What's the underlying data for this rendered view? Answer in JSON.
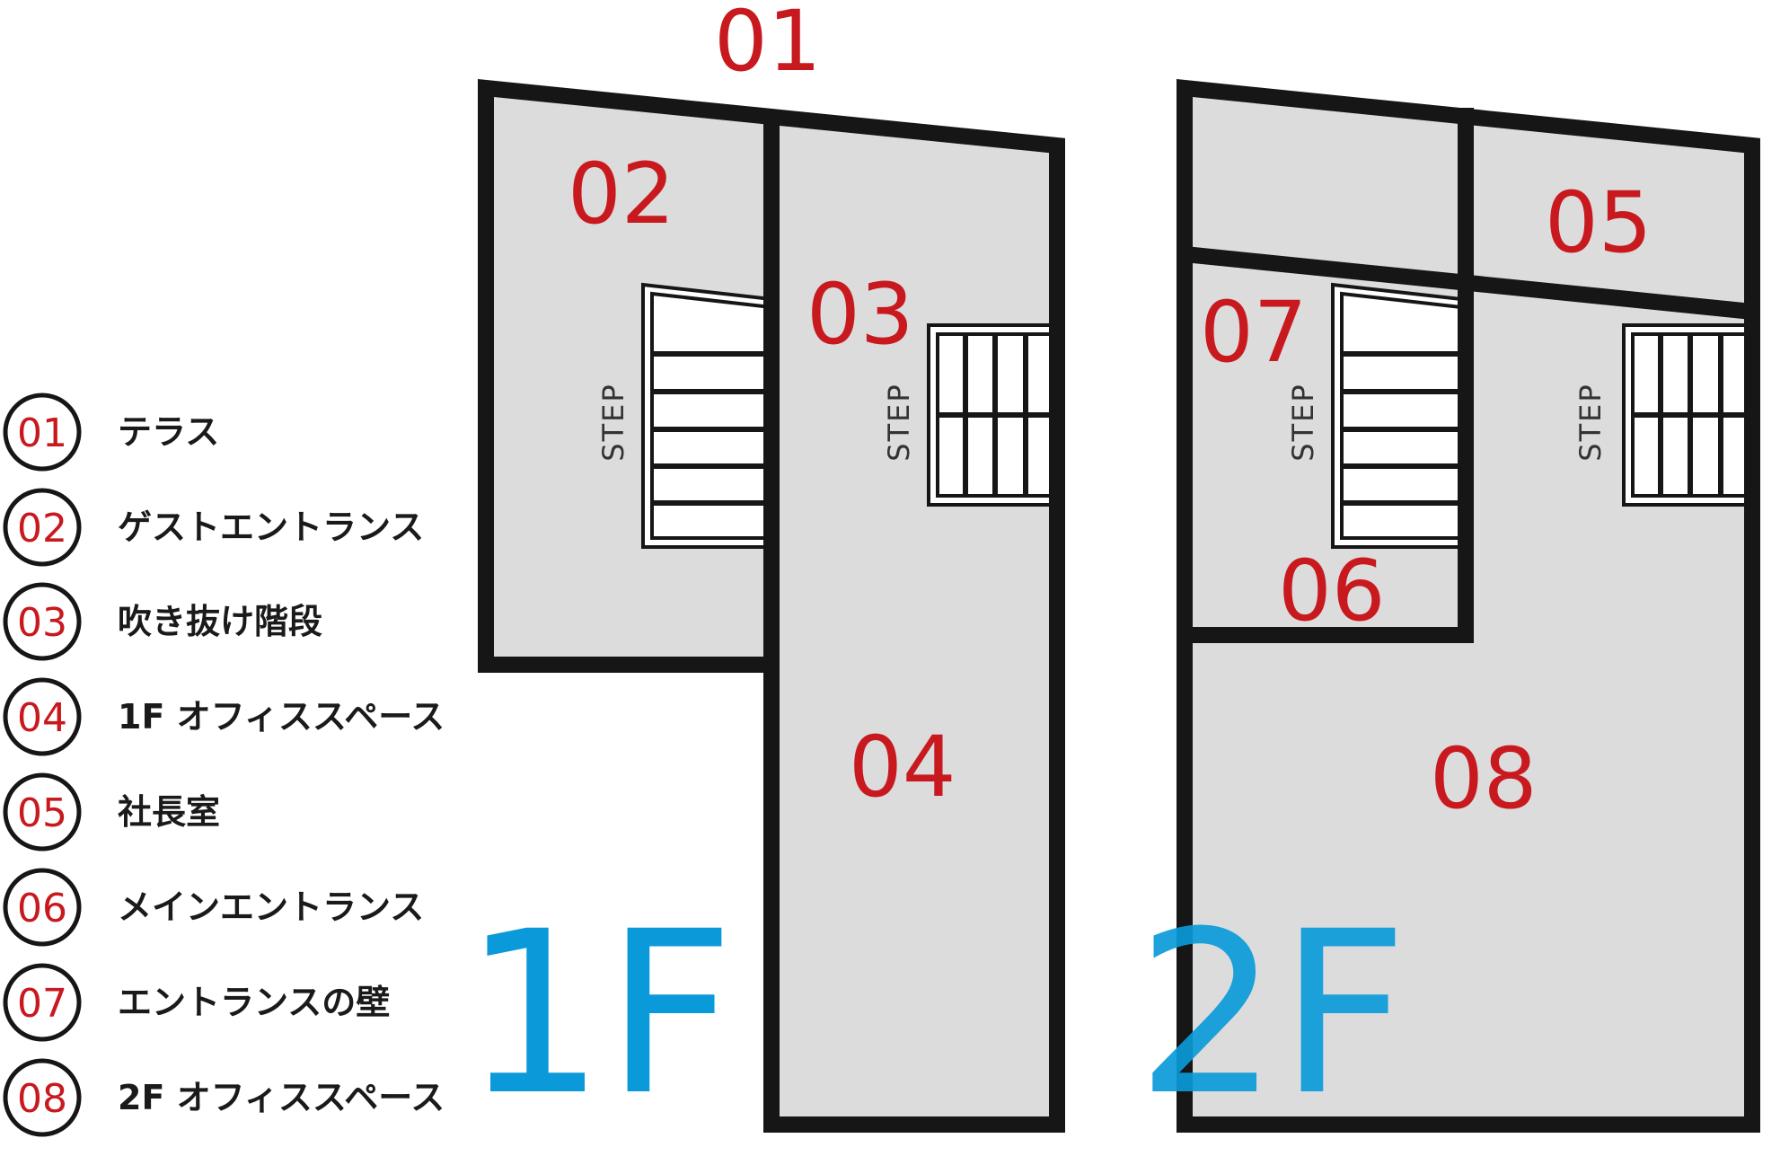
{
  "floors": {
    "first": "1F",
    "second": "2F"
  },
  "step_label": "STEP",
  "room_numbers": [
    "01",
    "02",
    "03",
    "04",
    "05",
    "06",
    "07",
    "08"
  ],
  "legend": [
    {
      "num": "01",
      "label": "テラス"
    },
    {
      "num": "02",
      "label": "ゲストエントランス"
    },
    {
      "num": "03",
      "label": "吹き抜け階段"
    },
    {
      "num": "04",
      "label": "1F オフィススペース"
    },
    {
      "num": "05",
      "label": "社長室"
    },
    {
      "num": "06",
      "label": "メインエントランス"
    },
    {
      "num": "07",
      "label": "エントランスの壁"
    },
    {
      "num": "08",
      "label": "2F オフィススペース"
    }
  ],
  "colors": {
    "room_number": "#c8191f",
    "floor_label": "#0b9ad9",
    "floor_fill": "#dcdcdc",
    "wall": "#161616"
  }
}
